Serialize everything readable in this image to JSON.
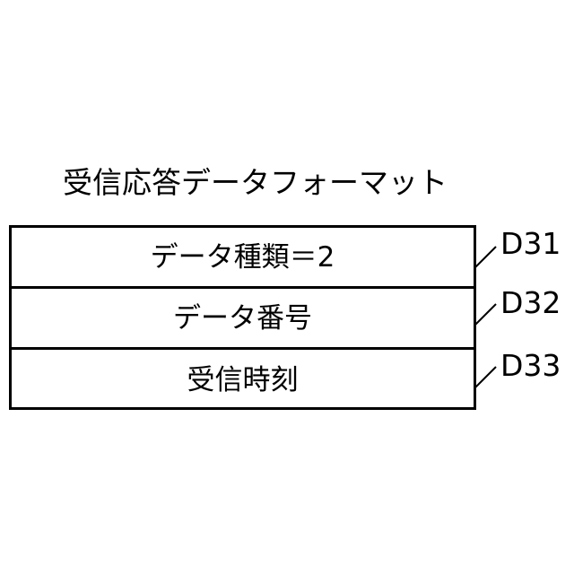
{
  "title": "受信応答データフォーマット",
  "rows": [
    {
      "label": "データ種類＝2",
      "ref": "D31"
    },
    {
      "label": "データ番号",
      "ref": "D32"
    },
    {
      "label": "受信時刻",
      "ref": "D33"
    }
  ]
}
